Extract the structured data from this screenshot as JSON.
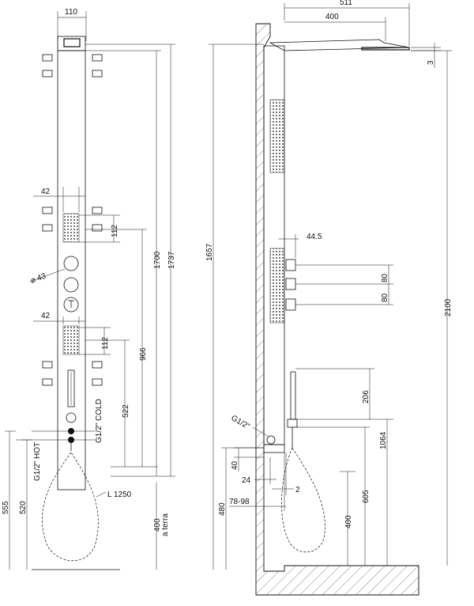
{
  "front_view": {
    "width_label": "110",
    "nozzle_width_top": "42",
    "nozzle_height_top": "112",
    "dial_diameter": "⌀ 43",
    "nozzle_width_bottom": "42",
    "nozzle_height_bottom": "112",
    "height_1737": "1737",
    "height_1700": "1700",
    "height_966": "966",
    "height_522": "522",
    "inlet_cold": "G1/2\" COLD",
    "inlet_hot": "G1/2\" HOT",
    "height_555": "555",
    "height_520": "520",
    "hose_length": "L 1250",
    "height_400_terra": "400",
    "terra_label": "a terra"
  },
  "side_view": {
    "depth_511": "511",
    "depth_400": "400",
    "offset_3": "3",
    "height_1657": "1657",
    "height_2100": "2100",
    "depth_44_5": "44.5",
    "spacing_80_a": "80",
    "spacing_80_b": "80",
    "inlet_label": "G1/2\"",
    "height_206": "206",
    "height_1064": "1064",
    "height_40": "40",
    "depth_24": "24",
    "depth_2": "2",
    "depth_78_98": "78-98",
    "height_480": "480",
    "height_605": "605",
    "height_400": "400"
  }
}
